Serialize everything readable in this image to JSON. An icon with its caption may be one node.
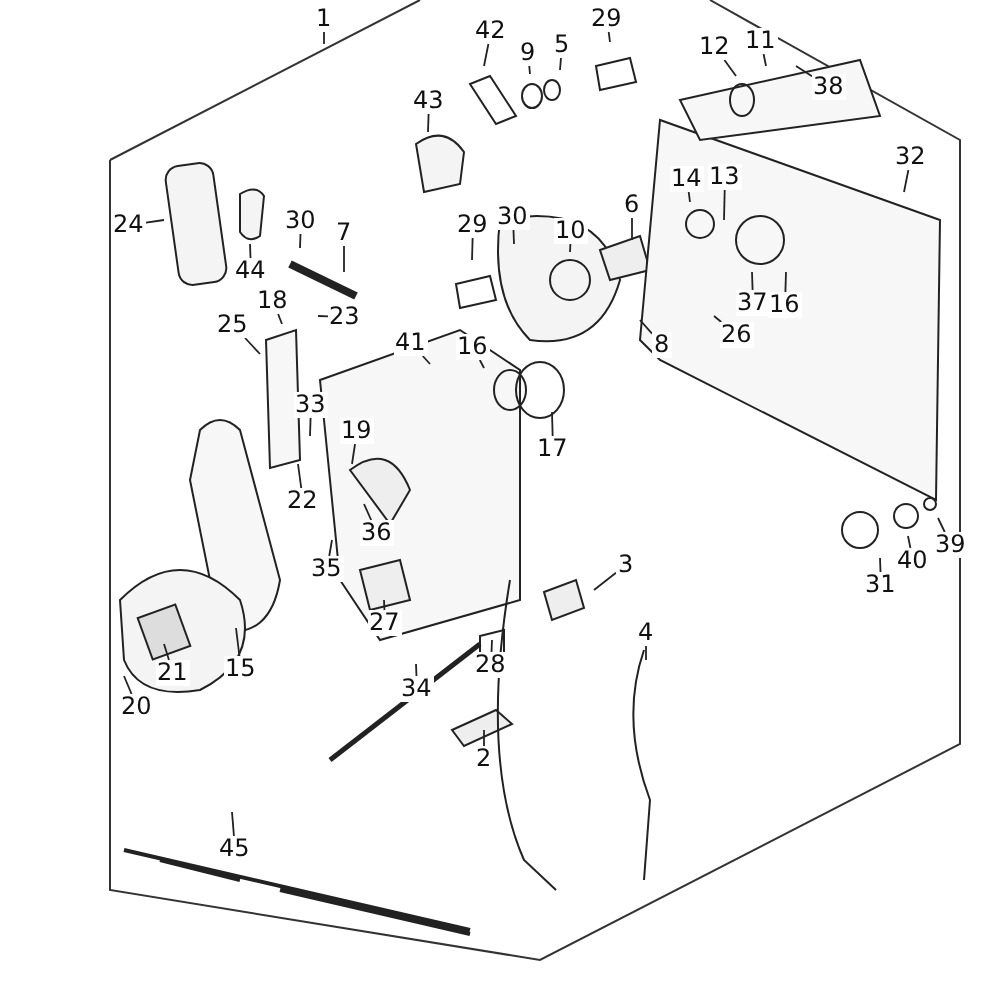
{
  "diagram": {
    "nodes": [
      {
        "text": [
          "1"
        ]
      },
      {
        "text": [
          "42"
        ]
      },
      {
        "text": [
          "9"
        ]
      },
      {
        "text": [
          "5"
        ]
      },
      {
        "text": [
          "29"
        ]
      },
      {
        "text": [
          "11"
        ]
      },
      {
        "text": [
          "12"
        ]
      },
      {
        "text": [
          "38"
        ]
      },
      {
        "text": [
          "32"
        ]
      },
      {
        "text": [
          "43"
        ]
      },
      {
        "text": [
          "14"
        ]
      },
      {
        "text": [
          "13"
        ]
      },
      {
        "text": [
          "6"
        ]
      },
      {
        "text": [
          "10"
        ]
      },
      {
        "text": [
          "24"
        ]
      },
      {
        "text": [
          "44"
        ]
      },
      {
        "text": [
          "30"
        ]
      },
      {
        "text": [
          "7"
        ]
      },
      {
        "text": [
          "29"
        ]
      },
      {
        "text": [
          "30"
        ]
      },
      {
        "text": [
          "37"
        ]
      },
      {
        "text": [
          "16"
        ]
      },
      {
        "text": [
          "8"
        ]
      },
      {
        "text": [
          "26"
        ]
      },
      {
        "text": [
          "18"
        ]
      },
      {
        "text": [
          "25"
        ]
      },
      {
        "text": [
          "23"
        ]
      },
      {
        "text": [
          "41"
        ]
      },
      {
        "text": [
          "16"
        ]
      },
      {
        "text": [
          "17"
        ]
      },
      {
        "text": [
          "33"
        ]
      },
      {
        "text": [
          "19"
        ]
      },
      {
        "text": [
          "22"
        ]
      },
      {
        "text": [
          "36"
        ]
      },
      {
        "text": [
          "35"
        ]
      },
      {
        "text": [
          "27"
        ]
      },
      {
        "text": [
          "15"
        ]
      },
      {
        "text": [
          "21"
        ]
      },
      {
        "text": [
          "20"
        ]
      },
      {
        "text": [
          "28"
        ]
      },
      {
        "text": [
          "3"
        ]
      },
      {
        "text": [
          "4"
        ]
      },
      {
        "text": [
          "34"
        ]
      },
      {
        "text": [
          "2"
        ]
      },
      {
        "text": [
          "31"
        ]
      },
      {
        "text": [
          "40"
        ]
      },
      {
        "text": [
          "39"
        ]
      },
      {
        "text": [
          "45"
        ]
      }
    ],
    "edges": [
      {
        "from": 0,
        "to": null,
        "arrow": "none"
      },
      {
        "from": 1,
        "to": null,
        "arrow": "none"
      },
      {
        "from": 2,
        "to": null,
        "arrow": "none"
      },
      {
        "from": 3,
        "to": null,
        "arrow": "none"
      },
      {
        "from": 4,
        "to": null,
        "arrow": "none"
      },
      {
        "from": 5,
        "to": null,
        "arrow": "none"
      },
      {
        "from": 6,
        "to": null,
        "arrow": "none"
      },
      {
        "from": 7,
        "to": null,
        "arrow": "none"
      },
      {
        "from": 8,
        "to": null,
        "arrow": "none"
      },
      {
        "from": 9,
        "to": null,
        "arrow": "none"
      },
      {
        "from": 10,
        "to": null,
        "arrow": "none"
      },
      {
        "from": 11,
        "to": null,
        "arrow": "none"
      },
      {
        "from": 12,
        "to": null,
        "arrow": "none"
      },
      {
        "from": 13,
        "to": null,
        "arrow": "none"
      },
      {
        "from": 14,
        "to": null,
        "arrow": "none"
      },
      {
        "from": 15,
        "to": null,
        "arrow": "none"
      },
      {
        "from": 16,
        "to": null,
        "arrow": "none"
      },
      {
        "from": 17,
        "to": null,
        "arrow": "none"
      },
      {
        "from": 18,
        "to": null,
        "arrow": "none"
      },
      {
        "from": 19,
        "to": null,
        "arrow": "none"
      },
      {
        "from": 20,
        "to": null,
        "arrow": "none"
      },
      {
        "from": 21,
        "to": null,
        "arrow": "none"
      },
      {
        "from": 22,
        "to": null,
        "arrow": "none"
      },
      {
        "from": 23,
        "to": null,
        "arrow": "none"
      },
      {
        "from": 24,
        "to": null,
        "arrow": "none"
      },
      {
        "from": 25,
        "to": null,
        "arrow": "none"
      },
      {
        "from": 26,
        "to": null,
        "arrow": "none"
      },
      {
        "from": 27,
        "to": null,
        "arrow": "none"
      },
      {
        "from": 28,
        "to": null,
        "arrow": "none"
      },
      {
        "from": 29,
        "to": null,
        "arrow": "none"
      },
      {
        "from": 30,
        "to": null,
        "arrow": "none"
      },
      {
        "from": 31,
        "to": null,
        "arrow": "none"
      },
      {
        "from": 32,
        "to": null,
        "arrow": "none"
      },
      {
        "from": 33,
        "to": null,
        "arrow": "none"
      },
      {
        "from": 34,
        "to": null,
        "arrow": "none"
      },
      {
        "from": 35,
        "to": null,
        "arrow": "none"
      },
      {
        "from": 36,
        "to": null,
        "arrow": "none"
      },
      {
        "from": 37,
        "to": null,
        "arrow": "none"
      },
      {
        "from": 38,
        "to": null,
        "arrow": "none"
      },
      {
        "from": 39,
        "to": null,
        "arrow": "none"
      },
      {
        "from": 40,
        "to": null,
        "arrow": "none"
      },
      {
        "from": 41,
        "to": null,
        "arrow": "none"
      },
      {
        "from": 42,
        "to": null,
        "arrow": "none"
      },
      {
        "from": 43,
        "to": null,
        "arrow": "none"
      },
      {
        "from": 44,
        "to": null,
        "arrow": "none"
      },
      {
        "from": 45,
        "to": null,
        "arrow": "none"
      },
      {
        "from": 46,
        "to": null,
        "arrow": "none"
      },
      {
        "from": 47,
        "to": null,
        "arrow": "none"
      }
    ]
  }
}
